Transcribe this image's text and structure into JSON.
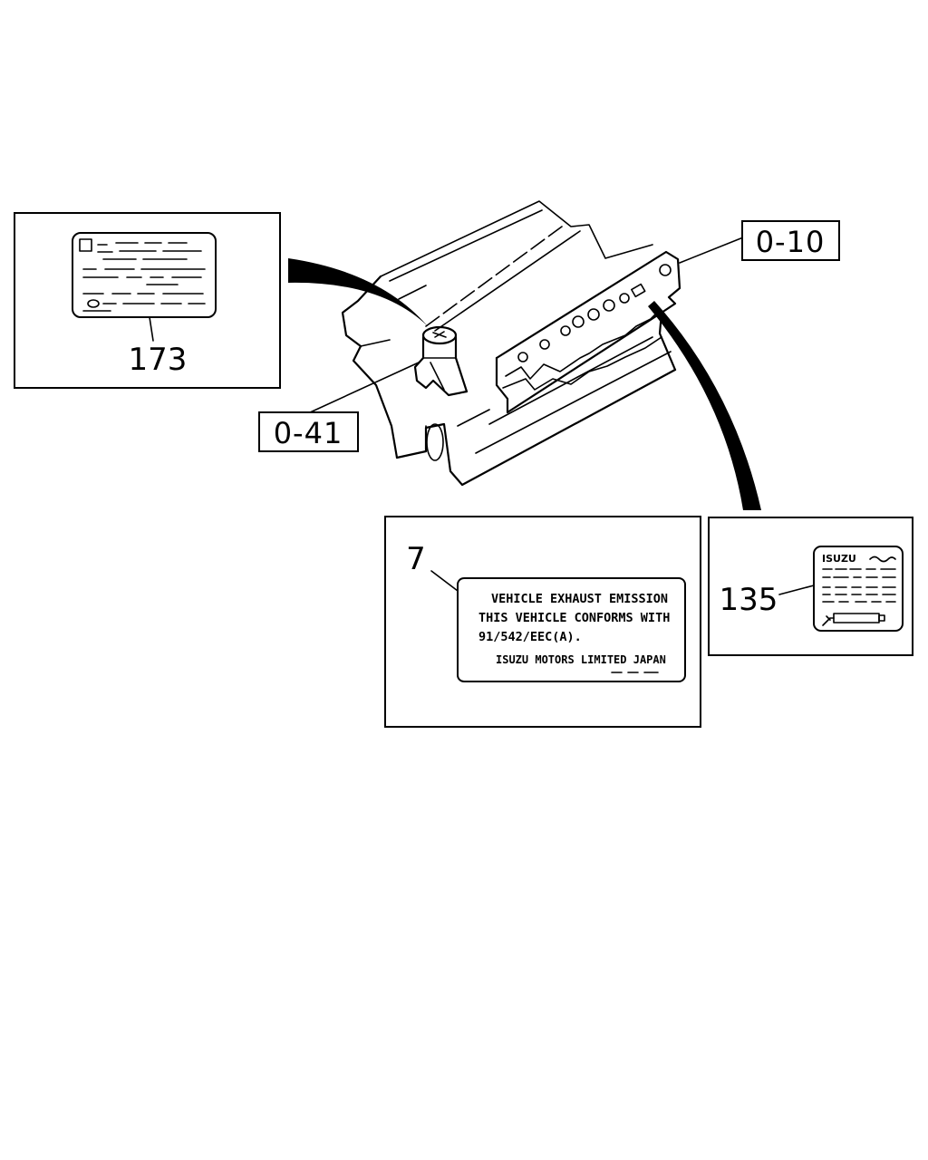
{
  "references": {
    "upper_right": "0-10",
    "left": "0-41"
  },
  "callouts": {
    "label_left": "173",
    "label_center": "7",
    "label_right": "135"
  },
  "emission_label": {
    "line1": "VEHICLE EXHAUST EMISSION",
    "line2": "THIS VEHICLE CONFORMS WITH",
    "line3": "91/542/EEC(A).",
    "line4": "ISUZU MOTORS LIMITED JAPAN"
  },
  "small_label": {
    "brand": "ISUZU"
  }
}
